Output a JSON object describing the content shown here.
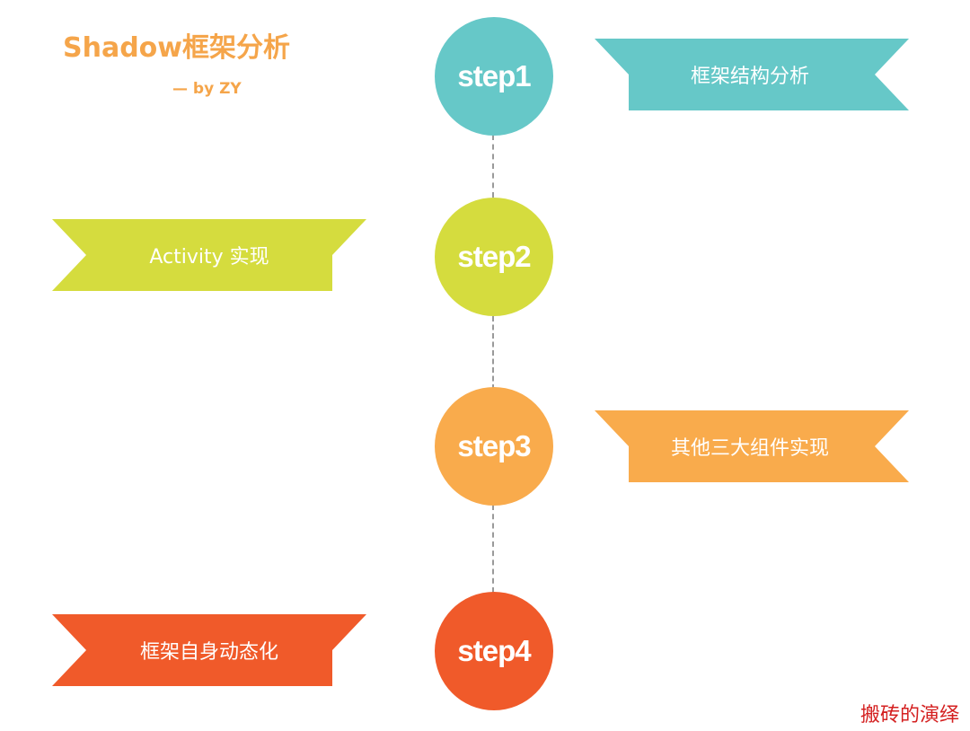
{
  "header": {
    "title": "Shadow框架分析",
    "subtitle": "— by ZY"
  },
  "steps": [
    {
      "label": "step1",
      "color": "#66c8c8",
      "ribbon_text": "框架结构分析"
    },
    {
      "label": "step2",
      "color": "#d5dc3e",
      "ribbon_text": "Activity 实现"
    },
    {
      "label": "step3",
      "color": "#f9ab4c",
      "ribbon_text": "其他三大组件实现"
    },
    {
      "label": "step4",
      "color": "#f05a2a",
      "ribbon_text": "框架自身动态化"
    }
  ],
  "watermark": "搬砖的演绎"
}
